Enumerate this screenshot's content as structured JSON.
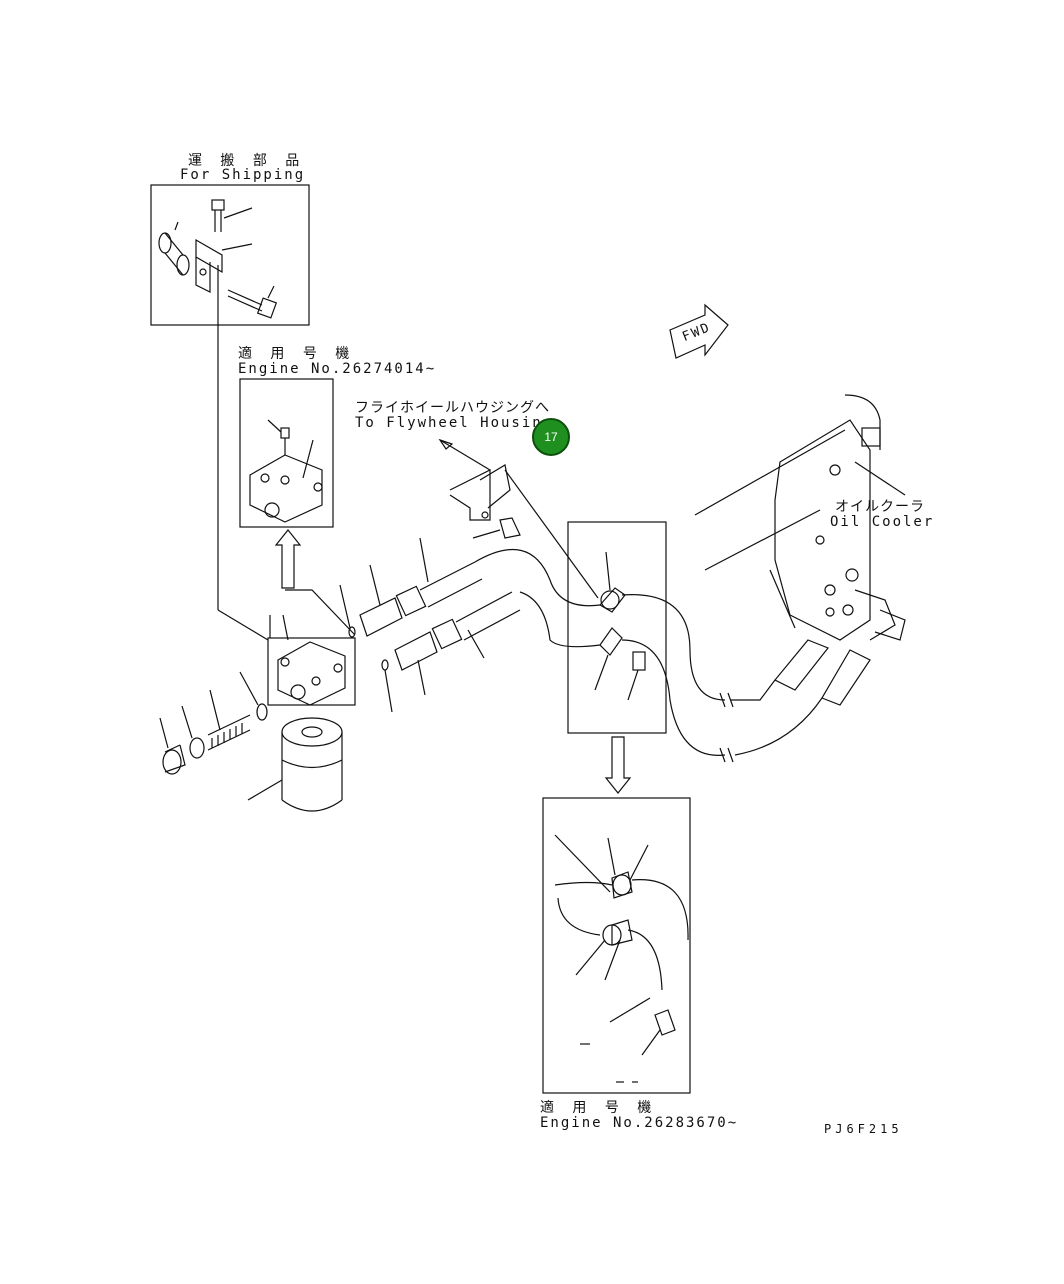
{
  "labels": {
    "shipping_jp": "運 搬 部 品",
    "shipping_en": "For Shipping",
    "applicable1_jp": "適 用 号 機",
    "applicable1_en": "Engine No.26274014~",
    "flywheel_jp": "フライホイールハウジングへ",
    "flywheel_en": "To Flywheel Housing",
    "oilcooler_jp": "オイルクーラ",
    "oilcooler_en": "Oil Cooler",
    "applicable2_jp": "適 用 号 機",
    "applicable2_en": "Engine No.26283670~",
    "drawing_code": "PJ6F215",
    "fwd": "FWD"
  },
  "callout": {
    "number": "17",
    "color": "#1f8f1f"
  }
}
